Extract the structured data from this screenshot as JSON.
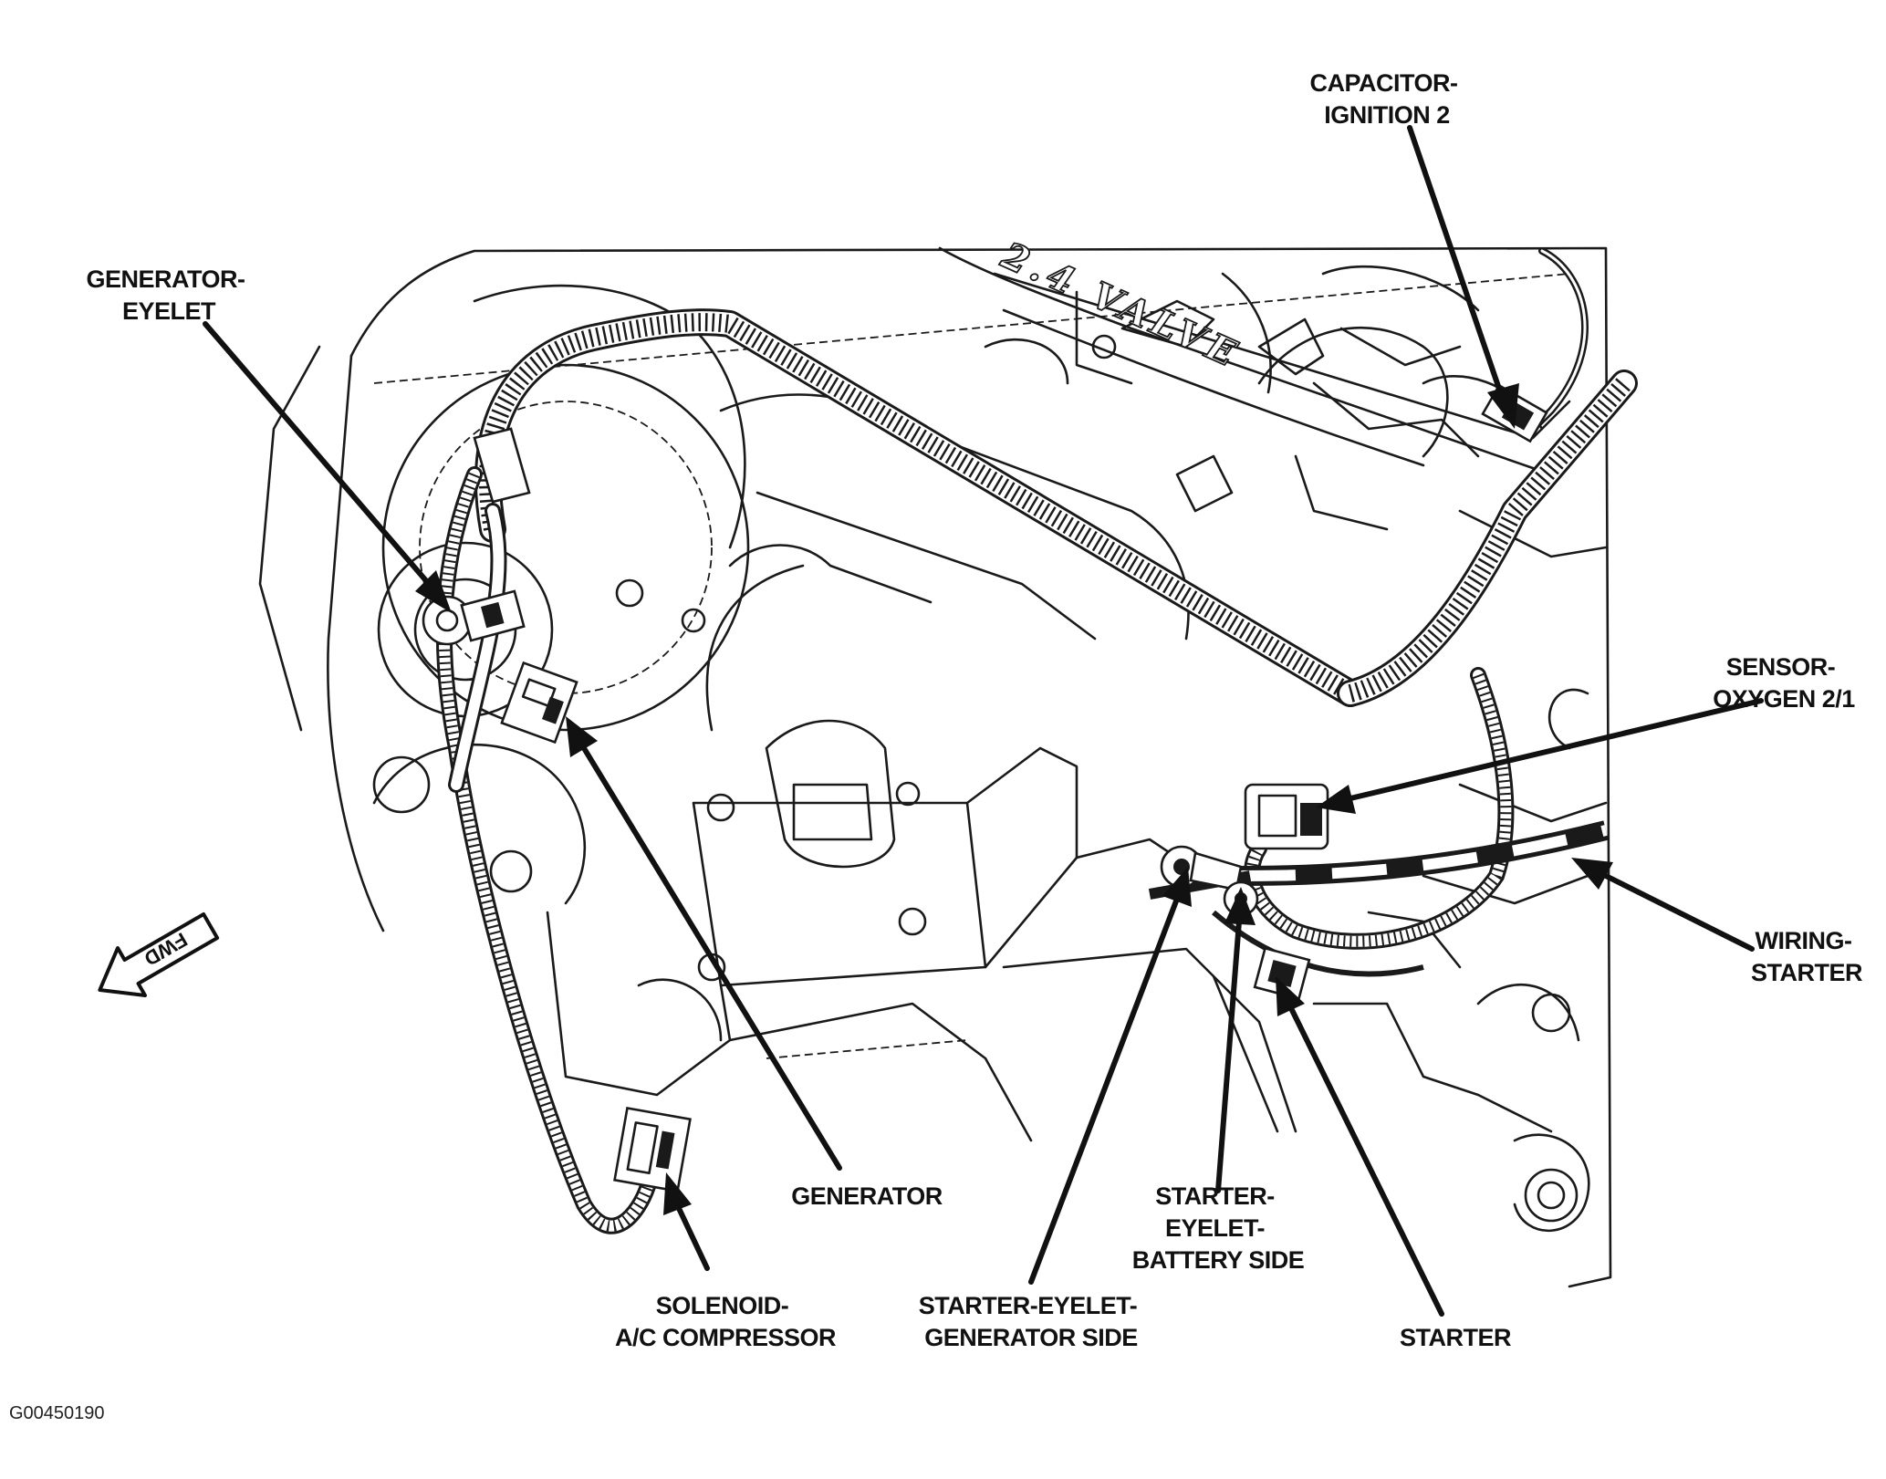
{
  "figure_id": "G00450190",
  "engraving": "2.4 VALVE",
  "fwd_arrow": "FWD",
  "labels": {
    "capacitor_ignition_2": [
      "CAPACITOR-",
      "IGNITION 2"
    ],
    "generator_eyelet": [
      "GENERATOR-",
      "EYELET"
    ],
    "sensor_oxygen_2_1": [
      "SENSOR-",
      "OXYGEN 2/1"
    ],
    "wiring_starter": [
      "WIRING-",
      "STARTER"
    ],
    "generator": [
      "GENERATOR"
    ],
    "starter_eyelet_battery_side": [
      "STARTER-",
      "EYELET-",
      "BATTERY SIDE"
    ],
    "solenoid_ac_compressor": [
      "SOLENOID-",
      "A/C COMPRESSOR"
    ],
    "starter_eyelet_generator_side": [
      "STARTER-EYELET-",
      "GENERATOR SIDE"
    ],
    "starter": [
      "STARTER"
    ]
  }
}
